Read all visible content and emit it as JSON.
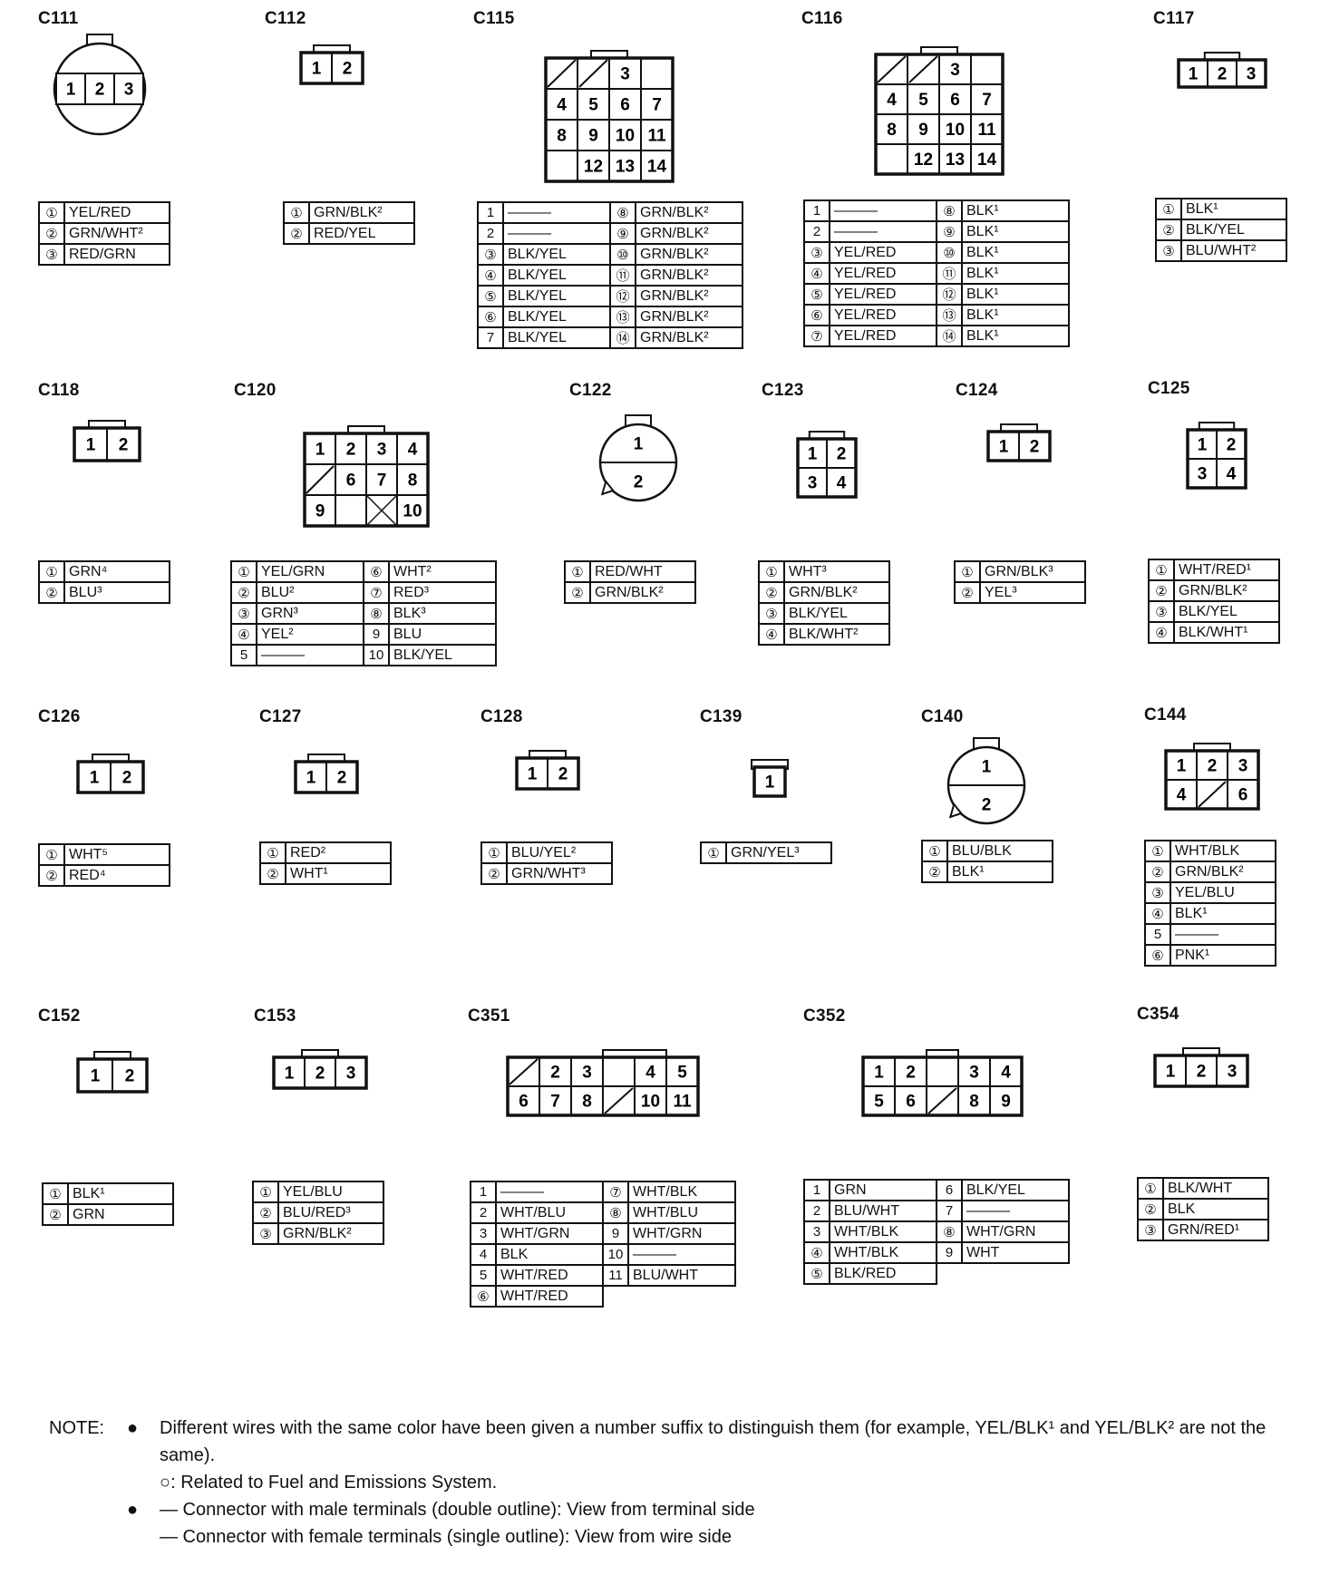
{
  "connectors": [
    {
      "id": "C111",
      "pins": [
        {
          "n": "①",
          "c": "YEL/RED"
        },
        {
          "n": "②",
          "c": "GRN/WHT²"
        },
        {
          "n": "③",
          "c": "RED/GRN"
        }
      ]
    },
    {
      "id": "C112",
      "pins": [
        {
          "n": "①",
          "c": "GRN/BLK²"
        },
        {
          "n": "②",
          "c": "RED/YEL"
        }
      ]
    },
    {
      "id": "C115",
      "pins": [
        {
          "n": "1",
          "c": "———"
        },
        {
          "n": "2",
          "c": "———"
        },
        {
          "n": "③",
          "c": "BLK/YEL"
        },
        {
          "n": "④",
          "c": "BLK/YEL"
        },
        {
          "n": "⑤",
          "c": "BLK/YEL"
        },
        {
          "n": "⑥",
          "c": "BLK/YEL"
        },
        {
          "n": "7",
          "c": "BLK/YEL"
        },
        {
          "n": "⑧",
          "c": "GRN/BLK²"
        },
        {
          "n": "⑨",
          "c": "GRN/BLK²"
        },
        {
          "n": "⑩",
          "c": "GRN/BLK²"
        },
        {
          "n": "⑪",
          "c": "GRN/BLK²"
        },
        {
          "n": "⑫",
          "c": "GRN/BLK²"
        },
        {
          "n": "⑬",
          "c": "GRN/BLK²"
        },
        {
          "n": "⑭",
          "c": "GRN/BLK²"
        }
      ]
    },
    {
      "id": "C116",
      "pins": [
        {
          "n": "1",
          "c": "———"
        },
        {
          "n": "2",
          "c": "———"
        },
        {
          "n": "③",
          "c": "YEL/RED"
        },
        {
          "n": "④",
          "c": "YEL/RED"
        },
        {
          "n": "⑤",
          "c": "YEL/RED"
        },
        {
          "n": "⑥",
          "c": "YEL/RED"
        },
        {
          "n": "⑦",
          "c": "YEL/RED"
        },
        {
          "n": "⑧",
          "c": "BLK¹"
        },
        {
          "n": "⑨",
          "c": "BLK¹"
        },
        {
          "n": "⑩",
          "c": "BLK¹"
        },
        {
          "n": "⑪",
          "c": "BLK¹"
        },
        {
          "n": "⑫",
          "c": "BLK¹"
        },
        {
          "n": "⑬",
          "c": "BLK¹"
        },
        {
          "n": "⑭",
          "c": "BLK¹"
        }
      ]
    },
    {
      "id": "C117",
      "pins": [
        {
          "n": "①",
          "c": "BLK¹"
        },
        {
          "n": "②",
          "c": "BLK/YEL"
        },
        {
          "n": "③",
          "c": "BLU/WHT²"
        }
      ]
    },
    {
      "id": "C118",
      "pins": [
        {
          "n": "①",
          "c": "GRN⁴"
        },
        {
          "n": "②",
          "c": "BLU³"
        }
      ]
    },
    {
      "id": "C120",
      "pins": [
        {
          "n": "①",
          "c": "YEL/GRN"
        },
        {
          "n": "②",
          "c": "BLU²"
        },
        {
          "n": "③",
          "c": "GRN³"
        },
        {
          "n": "④",
          "c": "YEL²"
        },
        {
          "n": "5",
          "c": "———"
        },
        {
          "n": "⑥",
          "c": "WHT²"
        },
        {
          "n": "⑦",
          "c": "RED³"
        },
        {
          "n": "⑧",
          "c": "BLK³"
        },
        {
          "n": "9",
          "c": "BLU"
        },
        {
          "n": "10",
          "c": "BLK/YEL"
        }
      ]
    },
    {
      "id": "C122",
      "pins": [
        {
          "n": "①",
          "c": "RED/WHT"
        },
        {
          "n": "②",
          "c": "GRN/BLK²"
        }
      ]
    },
    {
      "id": "C123",
      "pins": [
        {
          "n": "①",
          "c": "WHT³"
        },
        {
          "n": "②",
          "c": "GRN/BLK²"
        },
        {
          "n": "③",
          "c": "BLK/YEL"
        },
        {
          "n": "④",
          "c": "BLK/WHT²"
        }
      ]
    },
    {
      "id": "C124",
      "pins": [
        {
          "n": "①",
          "c": "GRN/BLK³"
        },
        {
          "n": "②",
          "c": "YEL³"
        }
      ]
    },
    {
      "id": "C125",
      "pins": [
        {
          "n": "①",
          "c": "WHT/RED¹"
        },
        {
          "n": "②",
          "c": "GRN/BLK²"
        },
        {
          "n": "③",
          "c": "BLK/YEL"
        },
        {
          "n": "④",
          "c": "BLK/WHT¹"
        }
      ]
    },
    {
      "id": "C126",
      "pins": [
        {
          "n": "①",
          "c": "WHT⁵"
        },
        {
          "n": "②",
          "c": "RED⁴"
        }
      ]
    },
    {
      "id": "C127",
      "pins": [
        {
          "n": "①",
          "c": "RED²"
        },
        {
          "n": "②",
          "c": "WHT¹"
        }
      ]
    },
    {
      "id": "C128",
      "pins": [
        {
          "n": "①",
          "c": "BLU/YEL²"
        },
        {
          "n": "②",
          "c": "GRN/WHT³"
        }
      ]
    },
    {
      "id": "C139",
      "pins": [
        {
          "n": "①",
          "c": "GRN/YEL³"
        }
      ]
    },
    {
      "id": "C140",
      "pins": [
        {
          "n": "①",
          "c": "BLU/BLK"
        },
        {
          "n": "②",
          "c": "BLK¹"
        }
      ]
    },
    {
      "id": "C144",
      "pins": [
        {
          "n": "①",
          "c": "WHT/BLK"
        },
        {
          "n": "②",
          "c": "GRN/BLK²"
        },
        {
          "n": "③",
          "c": "YEL/BLU"
        },
        {
          "n": "④",
          "c": "BLK¹"
        },
        {
          "n": "5",
          "c": "———"
        },
        {
          "n": "⑥",
          "c": "PNK¹"
        }
      ]
    },
    {
      "id": "C152",
      "pins": [
        {
          "n": "①",
          "c": "BLK¹"
        },
        {
          "n": "②",
          "c": "GRN"
        }
      ]
    },
    {
      "id": "C153",
      "pins": [
        {
          "n": "①",
          "c": "YEL/BLU"
        },
        {
          "n": "②",
          "c": "BLU/RED³"
        },
        {
          "n": "③",
          "c": "GRN/BLK²"
        }
      ]
    },
    {
      "id": "C351",
      "pins": [
        {
          "n": "1",
          "c": "———"
        },
        {
          "n": "2",
          "c": "WHT/BLU"
        },
        {
          "n": "3",
          "c": "WHT/GRN"
        },
        {
          "n": "4",
          "c": "BLK"
        },
        {
          "n": "5",
          "c": "WHT/RED"
        },
        {
          "n": "⑥",
          "c": "WHT/RED"
        },
        {
          "n": "⑦",
          "c": "WHT/BLK"
        },
        {
          "n": "⑧",
          "c": "WHT/BLU"
        },
        {
          "n": "9",
          "c": "WHT/GRN"
        },
        {
          "n": "10",
          "c": "———"
        },
        {
          "n": "11",
          "c": "BLU/WHT"
        }
      ]
    },
    {
      "id": "C352",
      "pins": [
        {
          "n": "1",
          "c": "GRN"
        },
        {
          "n": "2",
          "c": "BLU/WHT"
        },
        {
          "n": "3",
          "c": "WHT/BLK"
        },
        {
          "n": "④",
          "c": "WHT/BLK"
        },
        {
          "n": "⑤",
          "c": "BLK/RED"
        },
        {
          "n": "6",
          "c": "BLK/YEL"
        },
        {
          "n": "7",
          "c": "———"
        },
        {
          "n": "⑧",
          "c": "WHT/GRN"
        },
        {
          "n": "9",
          "c": "WHT"
        }
      ]
    },
    {
      "id": "C354",
      "pins": [
        {
          "n": "①",
          "c": "BLK/WHT"
        },
        {
          "n": "②",
          "c": "BLK"
        },
        {
          "n": "③",
          "c": "GRN/RED¹"
        }
      ]
    }
  ],
  "note": {
    "label": "NOTE:",
    "bullet1": "●",
    "line1": "Different wires with the same color have been given a number suffix to distinguish them (for example, YEL/BLK¹ and YEL/BLK² are not the same).",
    "line2": "○: Related to Fuel and Emissions System.",
    "bullet2": "●",
    "line3": "— Connector with male terminals (double outline): View from terminal side",
    "line4": "— Connector with female terminals (single outline): View from wire side"
  }
}
